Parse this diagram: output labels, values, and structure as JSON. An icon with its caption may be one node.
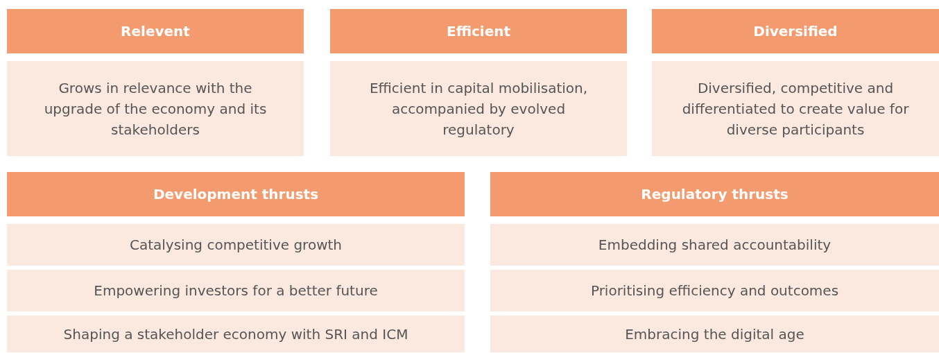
{
  "diagram": {
    "nodes": [
      {
        "text": [
          "Relevent"
        ]
      },
      {
        "text": [
          "Grows in relevance with the upgrade of the economy and its stakeholders"
        ]
      },
      {
        "text": [
          "Efficient"
        ]
      },
      {
        "text": [
          "Efficient in capital mobilisation, accompanied by evolved regulatory"
        ]
      },
      {
        "text": [
          "Diversified"
        ]
      },
      {
        "text": [
          "Diversified, competitive and differentiated to create value for diverse participants"
        ]
      },
      {
        "text": [
          "Development thrusts"
        ]
      },
      {
        "text": [
          "Catalysing competitive growth"
        ]
      },
      {
        "text": [
          "Empowering investors for a better future"
        ]
      },
      {
        "text": [
          "Shaping a stakeholder economy with SRI and ICM"
        ]
      },
      {
        "text": [
          "Regulatory thrusts"
        ]
      },
      {
        "text": [
          "Embedding shared accountability"
        ]
      },
      {
        "text": [
          "Prioritising efficiency and outcomes"
        ]
      },
      {
        "text": [
          "Embracing the digital age"
        ]
      }
    ]
  }
}
